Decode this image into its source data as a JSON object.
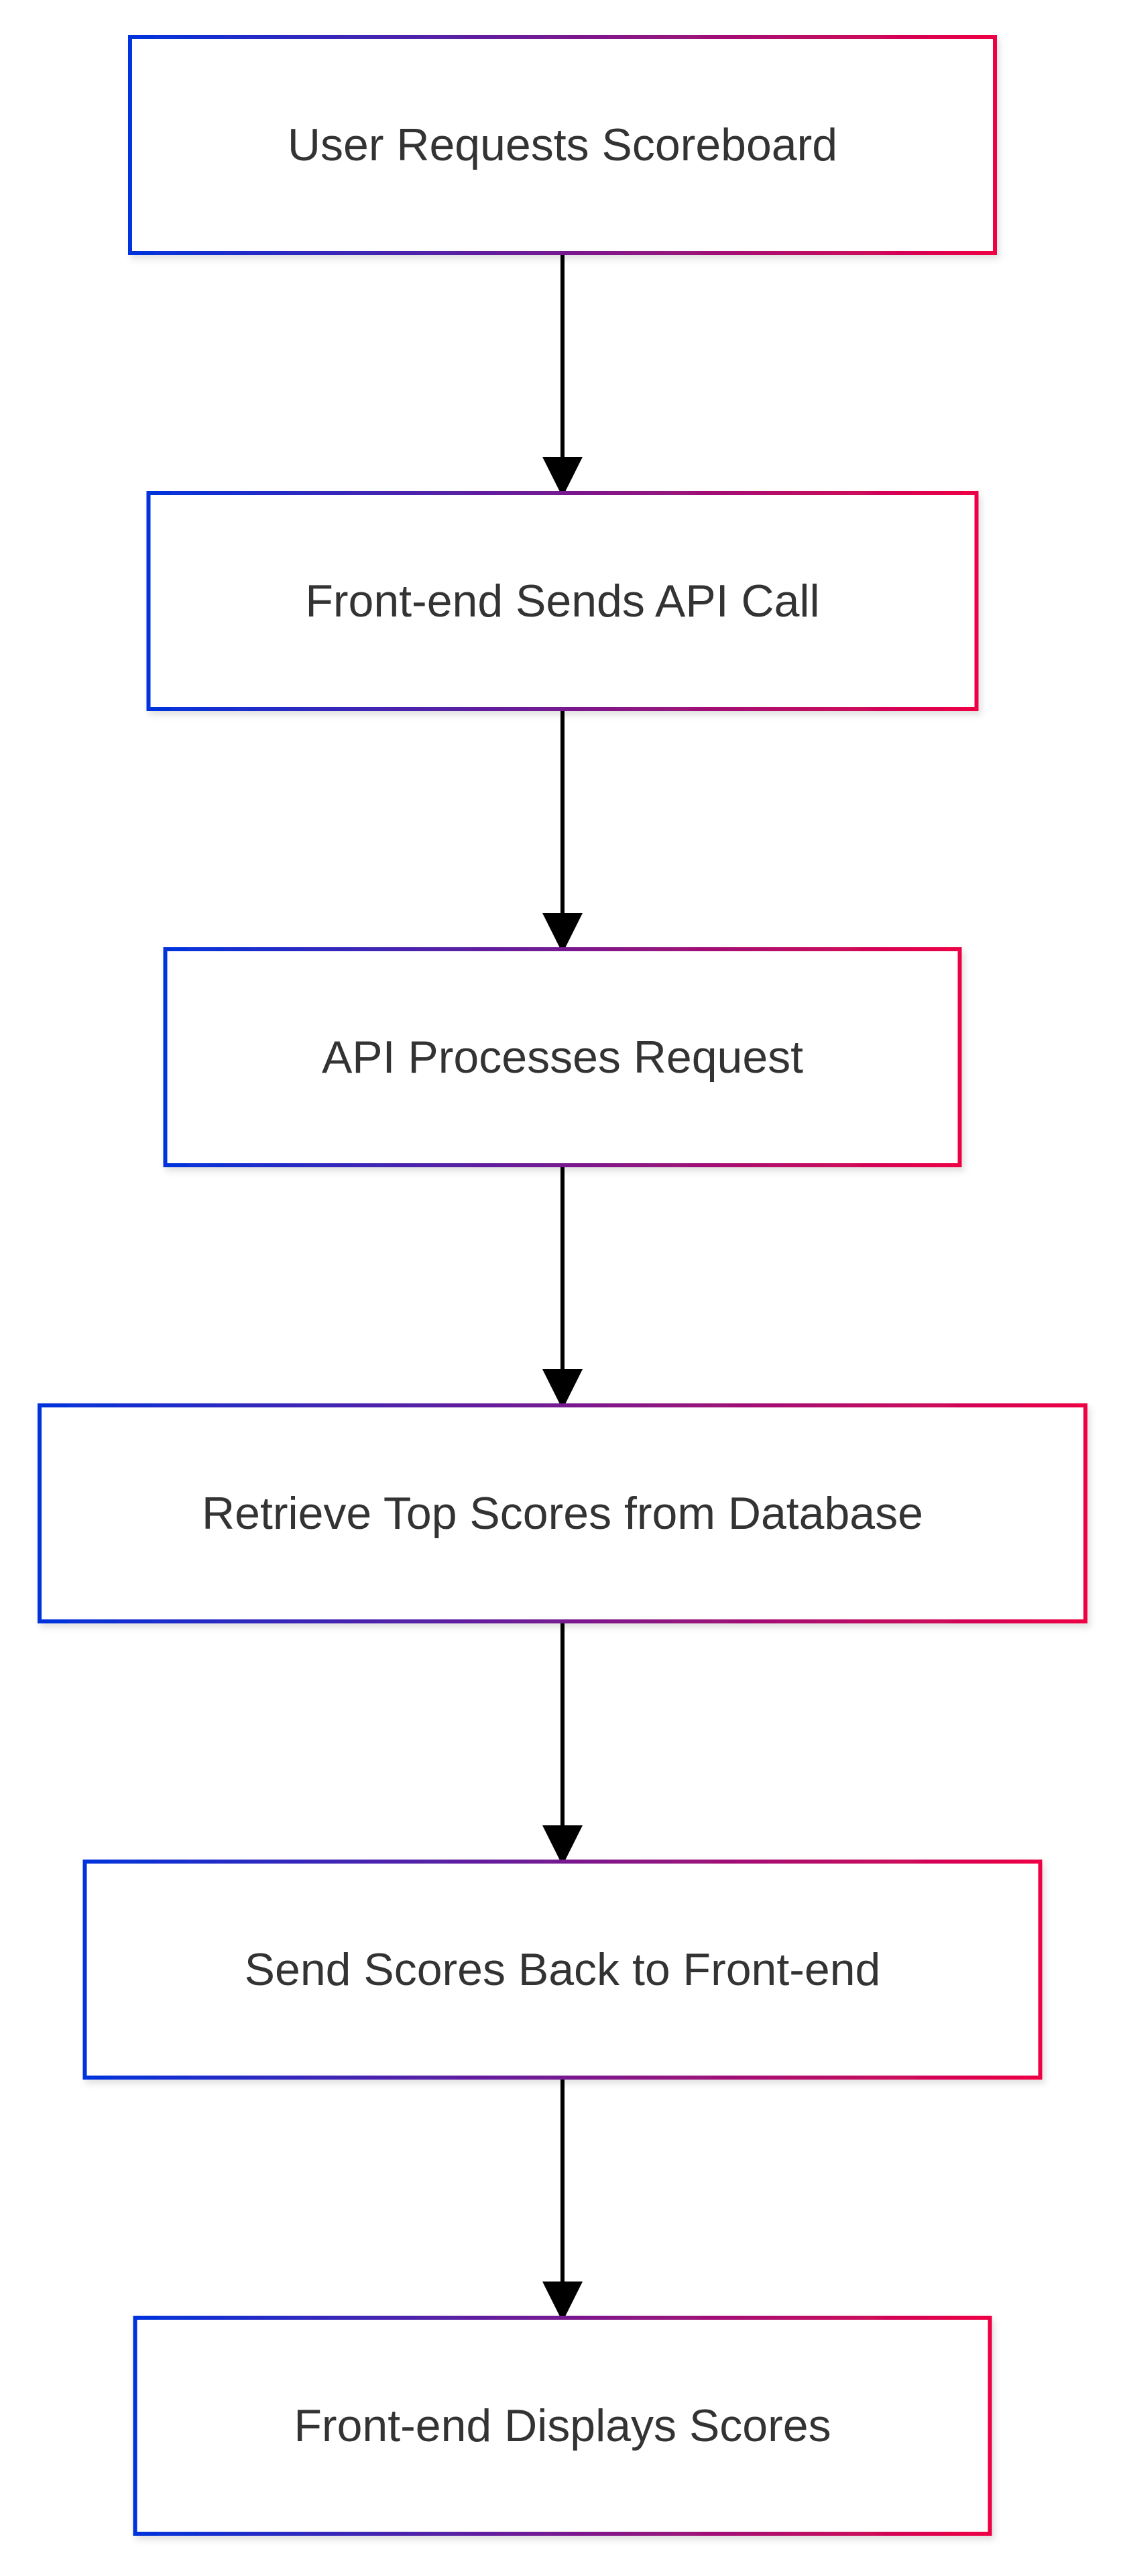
{
  "diagram": {
    "type": "flowchart",
    "direction": "top-to-bottom",
    "colors": {
      "border_start": "#0033dd",
      "border_end": "#ee0044",
      "arrow": "#000000",
      "text": "#333333",
      "background": "#ffffff"
    },
    "nodes": [
      {
        "id": "n1",
        "label": "User Requests Scoreboard"
      },
      {
        "id": "n2",
        "label": "Front-end Sends API Call"
      },
      {
        "id": "n3",
        "label": "API Processes Request"
      },
      {
        "id": "n4",
        "label": "Retrieve Top Scores from Database"
      },
      {
        "id": "n5",
        "label": "Send Scores Back to Front-end"
      },
      {
        "id": "n6",
        "label": "Front-end Displays Scores"
      }
    ],
    "edges": [
      {
        "from": "n1",
        "to": "n2"
      },
      {
        "from": "n2",
        "to": "n3"
      },
      {
        "from": "n3",
        "to": "n4"
      },
      {
        "from": "n4",
        "to": "n5"
      },
      {
        "from": "n5",
        "to": "n6"
      }
    ]
  }
}
